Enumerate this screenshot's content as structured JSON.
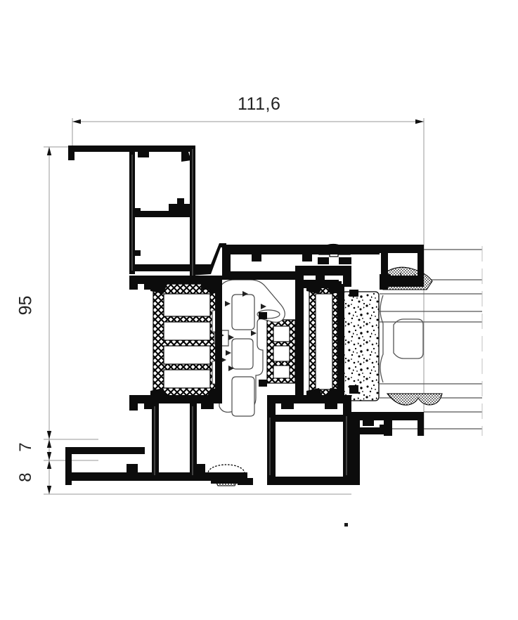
{
  "drawing": {
    "title": "Aluminium window profile horizontal cross-section",
    "background_color": "#ffffff",
    "line_color": "#000000",
    "dimension_line_color": "#9a9a9a",
    "dimension_text_color": "#232323",
    "thin_line_color": "#6b6b6b"
  },
  "dimensions": {
    "overall_width": {
      "label": "111,6",
      "orientation": "horizontal",
      "position": "top"
    },
    "overall_height": {
      "label": "95",
      "orientation": "vertical",
      "position": "left"
    },
    "detail_height_1": {
      "label": "7",
      "orientation": "vertical",
      "position": "left-lower"
    },
    "detail_height_2": {
      "label": "8",
      "orientation": "vertical",
      "position": "left-bottom"
    }
  },
  "legend": {
    "aluminium_fill": "solid-black",
    "thermal_break_fill": "cross-hatch",
    "insulation_fill": "stipple-speckle",
    "gasket_fill": "dotted-dense",
    "glass_fill": "outline"
  },
  "components": [
    {
      "name": "outer-frame-box-profile",
      "fill": "aluminium"
    },
    {
      "name": "upper-chamber-profile",
      "fill": "aluminium"
    },
    {
      "name": "thermal-break-left",
      "fill": "thermal_break"
    },
    {
      "name": "thermal-break-right",
      "fill": "thermal_break"
    },
    {
      "name": "central-locking-hardware",
      "fill": "outline"
    },
    {
      "name": "insulation-block",
      "fill": "insulation"
    },
    {
      "name": "glazing-unit",
      "fill": "glass"
    },
    {
      "name": "gasket-upper",
      "fill": "gasket"
    },
    {
      "name": "gasket-lower",
      "fill": "gasket"
    },
    {
      "name": "gasket-sill",
      "fill": "gasket"
    },
    {
      "name": "sill-profile",
      "fill": "aluminium"
    }
  ]
}
